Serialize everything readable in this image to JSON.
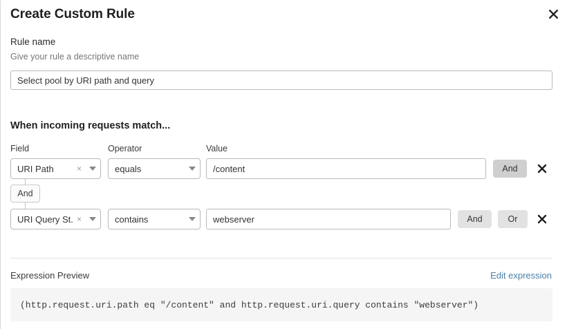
{
  "dialog": {
    "title": "Create Custom Rule",
    "close_label": "close-icon"
  },
  "rule_name": {
    "label": "Rule name",
    "help": "Give your rule a descriptive name",
    "value": "Select pool by URI path and query",
    "placeholder": "Select pool by URI path and query"
  },
  "match_section": {
    "heading": "When incoming requests match...",
    "columns": {
      "field": "Field",
      "operator": "Operator",
      "value": "Value"
    },
    "connector": {
      "label": "And"
    },
    "rows": [
      {
        "field": "URI Path",
        "clear": "×",
        "operator": "equals",
        "value": "/content",
        "and_label": "And",
        "or_label": null,
        "remove": "remove-icon"
      },
      {
        "field": "URI Query St...",
        "clear": "×",
        "operator": "contains",
        "value": "webserver",
        "and_label": "And",
        "or_label": "Or",
        "remove": "remove-icon"
      }
    ]
  },
  "expression_preview": {
    "label": "Expression Preview",
    "edit_link": "Edit expression",
    "code": "(http.request.uri.path eq \"/content\" and http.request.uri.query contains \"webserver\")"
  },
  "colors": {
    "link": "#4a7fa5",
    "code_bg": "#f5f5f5",
    "btn_strong": "#cfcfcf",
    "btn_light": "#e2e2e2",
    "border": "#b9b9b9"
  }
}
